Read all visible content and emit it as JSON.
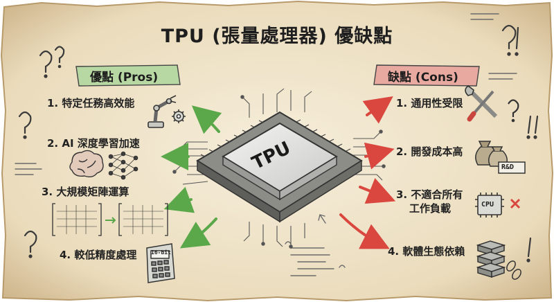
{
  "title": "TPU (張量處理器) 優缺點",
  "chip_label": "TPU",
  "pros": {
    "heading": "優點 (Pros)",
    "items": [
      {
        "label": "1. 特定任務高效能",
        "icon": "robot-arm-gear-icon"
      },
      {
        "label": "2. AI 深度學習加速",
        "icon": "brain-neural-network-icon"
      },
      {
        "label": "3. 大規模矩陣運算",
        "icon": "matrix-icon"
      },
      {
        "label": "4. 較低精度處理",
        "icon": "calculator-icon"
      }
    ]
  },
  "cons": {
    "heading": "缺點 (Cons)",
    "items": [
      {
        "label": "1. 通用性受限",
        "icon": "wrench-screwdriver-icon"
      },
      {
        "label": "2. 開發成本高",
        "icon": "money-bags-icon"
      },
      {
        "label_line1": "3. 不適合所有",
        "label_line2": "工作負載",
        "icon": "cpu-cross-icon"
      },
      {
        "label": "4. 軟體生態依賴",
        "icon": "stack-chain-icon"
      }
    ]
  },
  "icon_labels": {
    "calculator": "16-bit",
    "money": "R&D",
    "cpu": "CPU"
  },
  "colors": {
    "parchment": "#efe3c8",
    "ink": "#2a2a2a",
    "pros_arrow": "#5aa84a",
    "cons_arrow": "#d9473f",
    "pros_banner": "#b7d7a3",
    "cons_banner": "#e8a9a0"
  }
}
